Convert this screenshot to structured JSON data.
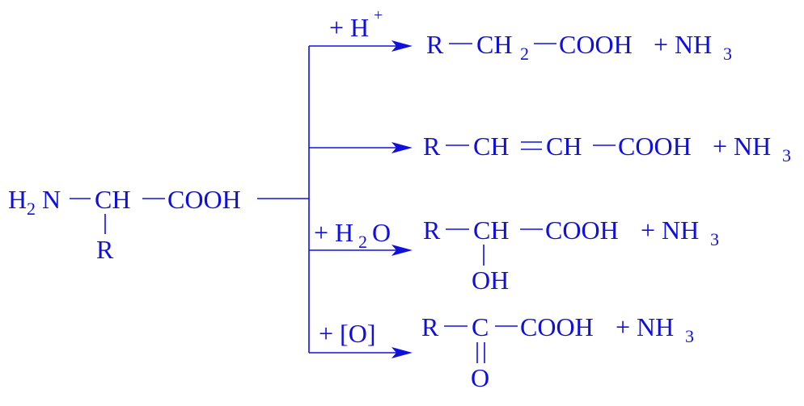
{
  "colors": {
    "ink": "#1010dd",
    "background": "#ffffff"
  },
  "reactant": {
    "h": "H",
    "h_sub": "2",
    "n": "N",
    "ch": "CH",
    "cooh": "COOH",
    "r": "R"
  },
  "branches": [
    {
      "reagent": "+ H",
      "reagent_sup": "+",
      "r": "R",
      "ch2_main": "CH",
      "ch2_sub": "2",
      "cooh": "COOH",
      "plus_nh": "+ NH",
      "nh3_sub": "3"
    },
    {
      "r": "R",
      "ch_a": "CH",
      "ch_b": "CH",
      "cooh": "COOH",
      "plus_nh": "+ NH",
      "nh3_sub": "3"
    },
    {
      "reagent_pre": "+ H",
      "reagent_sub": "2",
      "reagent_post": "O",
      "r": "R",
      "ch": "CH",
      "cooh": "COOH",
      "plus_nh": "+ NH",
      "nh3_sub": "3",
      "oh": "OH"
    },
    {
      "reagent": "+ [O]",
      "r": "R",
      "c": "C",
      "cooh": "COOH",
      "plus_nh": "+ NH",
      "nh3_sub": "3",
      "o": "O"
    }
  ]
}
